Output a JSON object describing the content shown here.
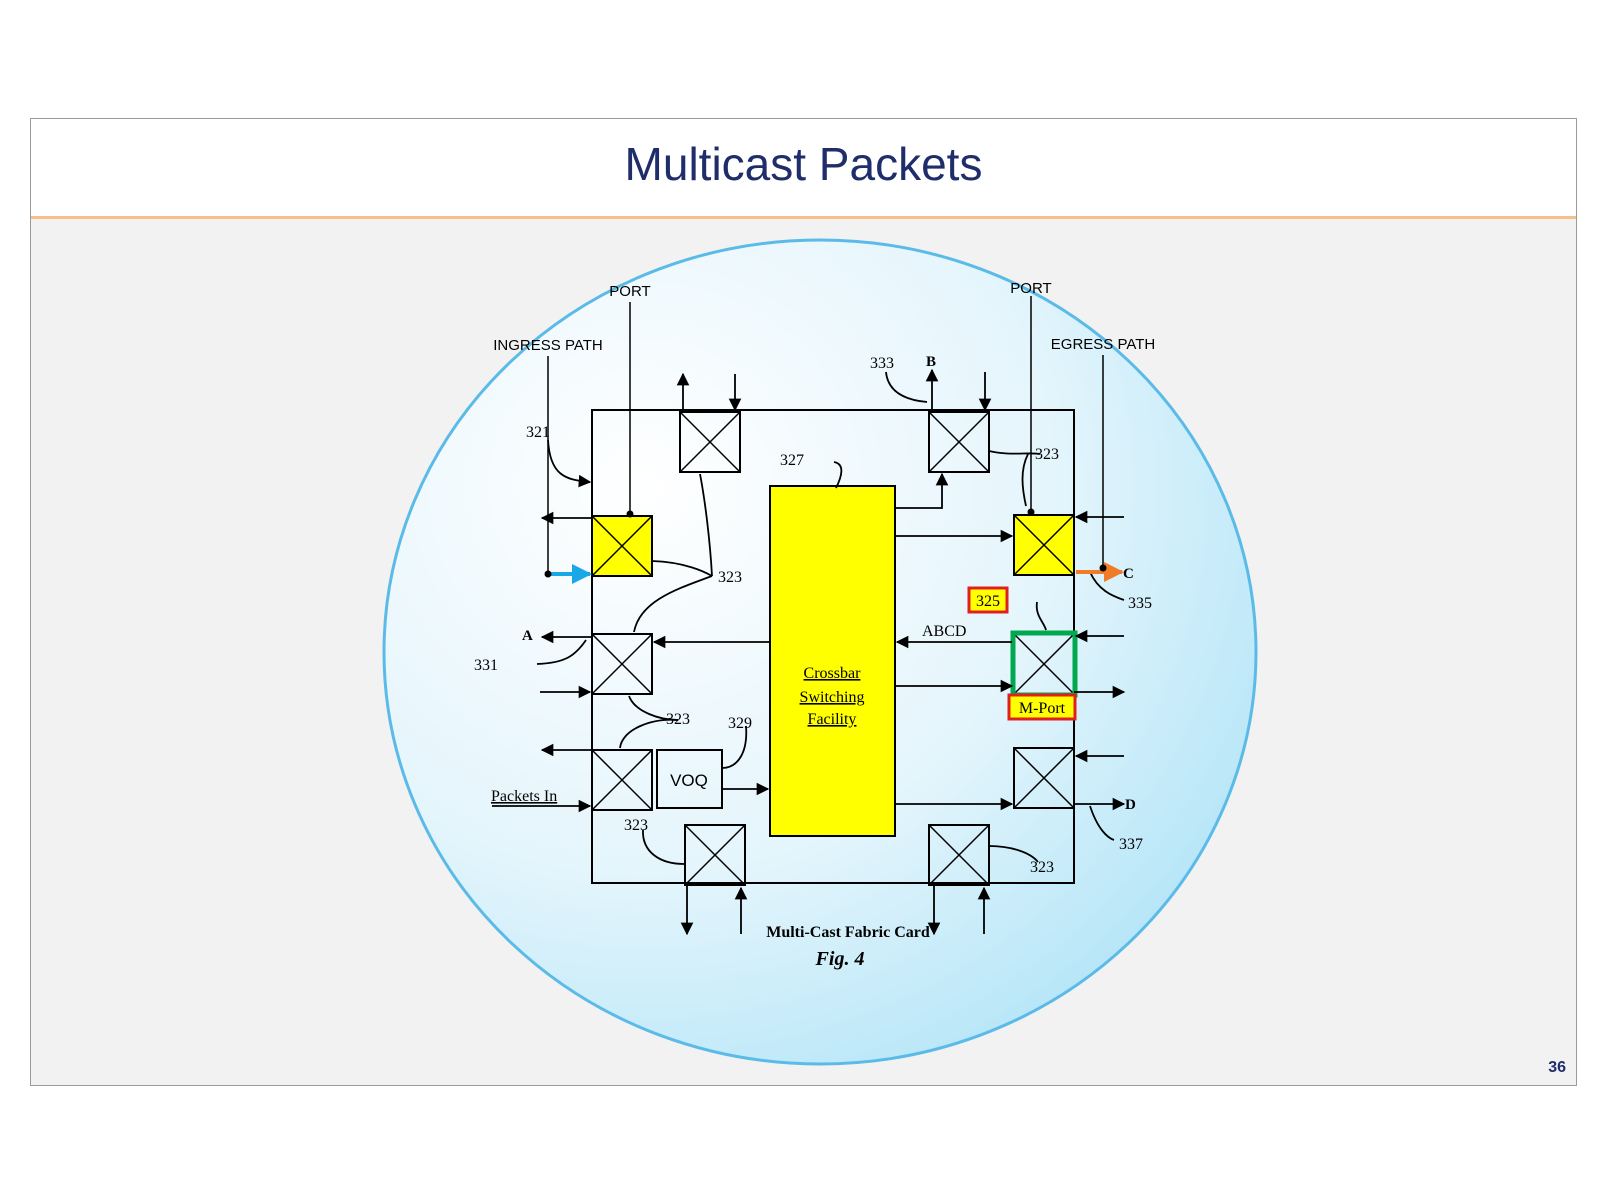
{
  "slide": {
    "title": "Multicast Packets",
    "page_number": "36"
  },
  "diagram": {
    "labels": {
      "port_left": "PORT",
      "port_right": "PORT",
      "ingress_path": "INGRESS PATH",
      "egress_path": "EGRESS PATH",
      "n321": "321",
      "n327": "327",
      "n333": "333",
      "letter_b": "B",
      "n323_top_right": "323",
      "n323_left_mid": "323",
      "n323_left_low": "323",
      "n323_bottom_left": "323",
      "n323_bottom_right": "323",
      "letter_c": "C",
      "n335": "335",
      "n325": "325",
      "abcd": "ABCD",
      "letter_a": "A",
      "n331": "331",
      "n329": "329",
      "voq": "VOQ",
      "mport": "M-Port",
      "packets_in": "Packets In",
      "letter_d": "D",
      "n337": "337",
      "crossbar_line1": "Crossbar",
      "crossbar_line2": "Switching",
      "crossbar_line3": "Facility",
      "fabric_card": "Multi-Cast Fabric Card",
      "fig": "Fig. 4"
    },
    "colors": {
      "highlight_yellow": "#ffff00",
      "ingress_arrow": "#1aa7e8",
      "egress_arrow": "#f07c28",
      "mport_box": "#00a84f",
      "label_outline": "#e02020"
    }
  }
}
